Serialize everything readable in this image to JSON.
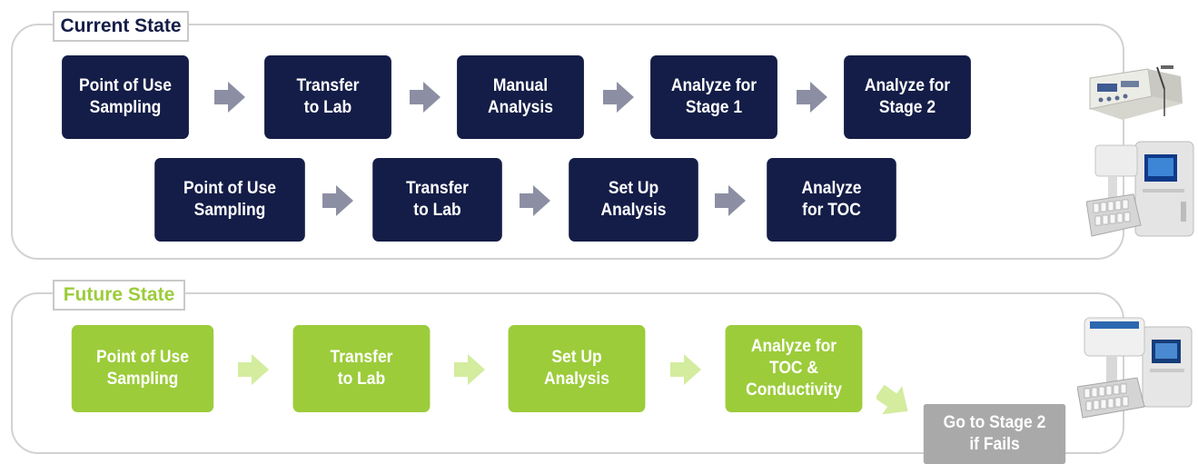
{
  "current_state": {
    "title": "Current State",
    "row1": [
      {
        "label": "Point of Use\nSampling"
      },
      {
        "label": "Transfer\nto Lab"
      },
      {
        "label": "Manual\nAnalysis"
      },
      {
        "label": "Analyze for\nStage 1"
      },
      {
        "label": "Analyze for\nStage 2"
      }
    ],
    "row2": [
      {
        "label": "Point of Use\nSampling"
      },
      {
        "label": "Transfer\nto Lab"
      },
      {
        "label": "Set Up\nAnalysis"
      },
      {
        "label": "Analyze\nfor TOC"
      }
    ]
  },
  "future_state": {
    "title": "Future State",
    "row": [
      {
        "label": "Point of Use\nSampling"
      },
      {
        "label": "Transfer\nto Lab"
      },
      {
        "label": "Set Up\nAnalysis"
      },
      {
        "label": "Analyze for\nTOC &\nConductivity"
      }
    ],
    "fallback": {
      "label": "Go to Stage 2\nif Fails"
    }
  },
  "colors": {
    "navy": "#141d47",
    "green": "#9ccc3a",
    "gray": "#a9a9a9",
    "arrow_gray": "#8c8fa3",
    "arrow_green": "#d3ec9e"
  },
  "images": [
    {
      "name": "conductivity-meter-icon"
    },
    {
      "name": "toc-analyzer-autosampler-icon"
    },
    {
      "name": "toc-conductivity-analyzer-icon"
    }
  ]
}
